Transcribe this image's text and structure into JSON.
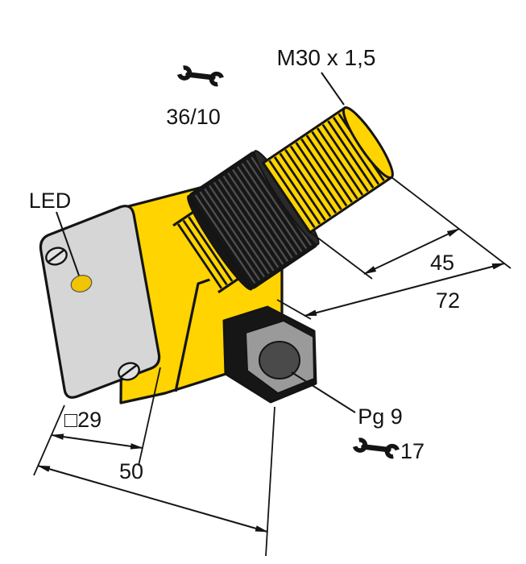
{
  "figure": {
    "type": "technical-dimension-drawing",
    "subject": "inductive proximity sensor with threaded barrel and cable gland"
  },
  "labels": {
    "thread_spec": "M30 x 1,5",
    "wrench_flats_top": "36/10",
    "led": "LED",
    "length_thread": "45",
    "length_total": "72",
    "flange_size": "□29",
    "housing_depth": "50",
    "cable_gland": "Pg 9",
    "wrench_flats_gland": "17"
  },
  "colors": {
    "housing_yellow": "#FFD400",
    "led_yellow": "#F0C400",
    "flange_gray": "#D6D6D6",
    "screw_gray": "#E2E2E2",
    "gland_face_gray": "#9A9A9A",
    "gland_hole_gray": "#4A4A4A",
    "hardware_black": "#161616",
    "line_black": "#141414",
    "background": "#FFFFFF"
  }
}
